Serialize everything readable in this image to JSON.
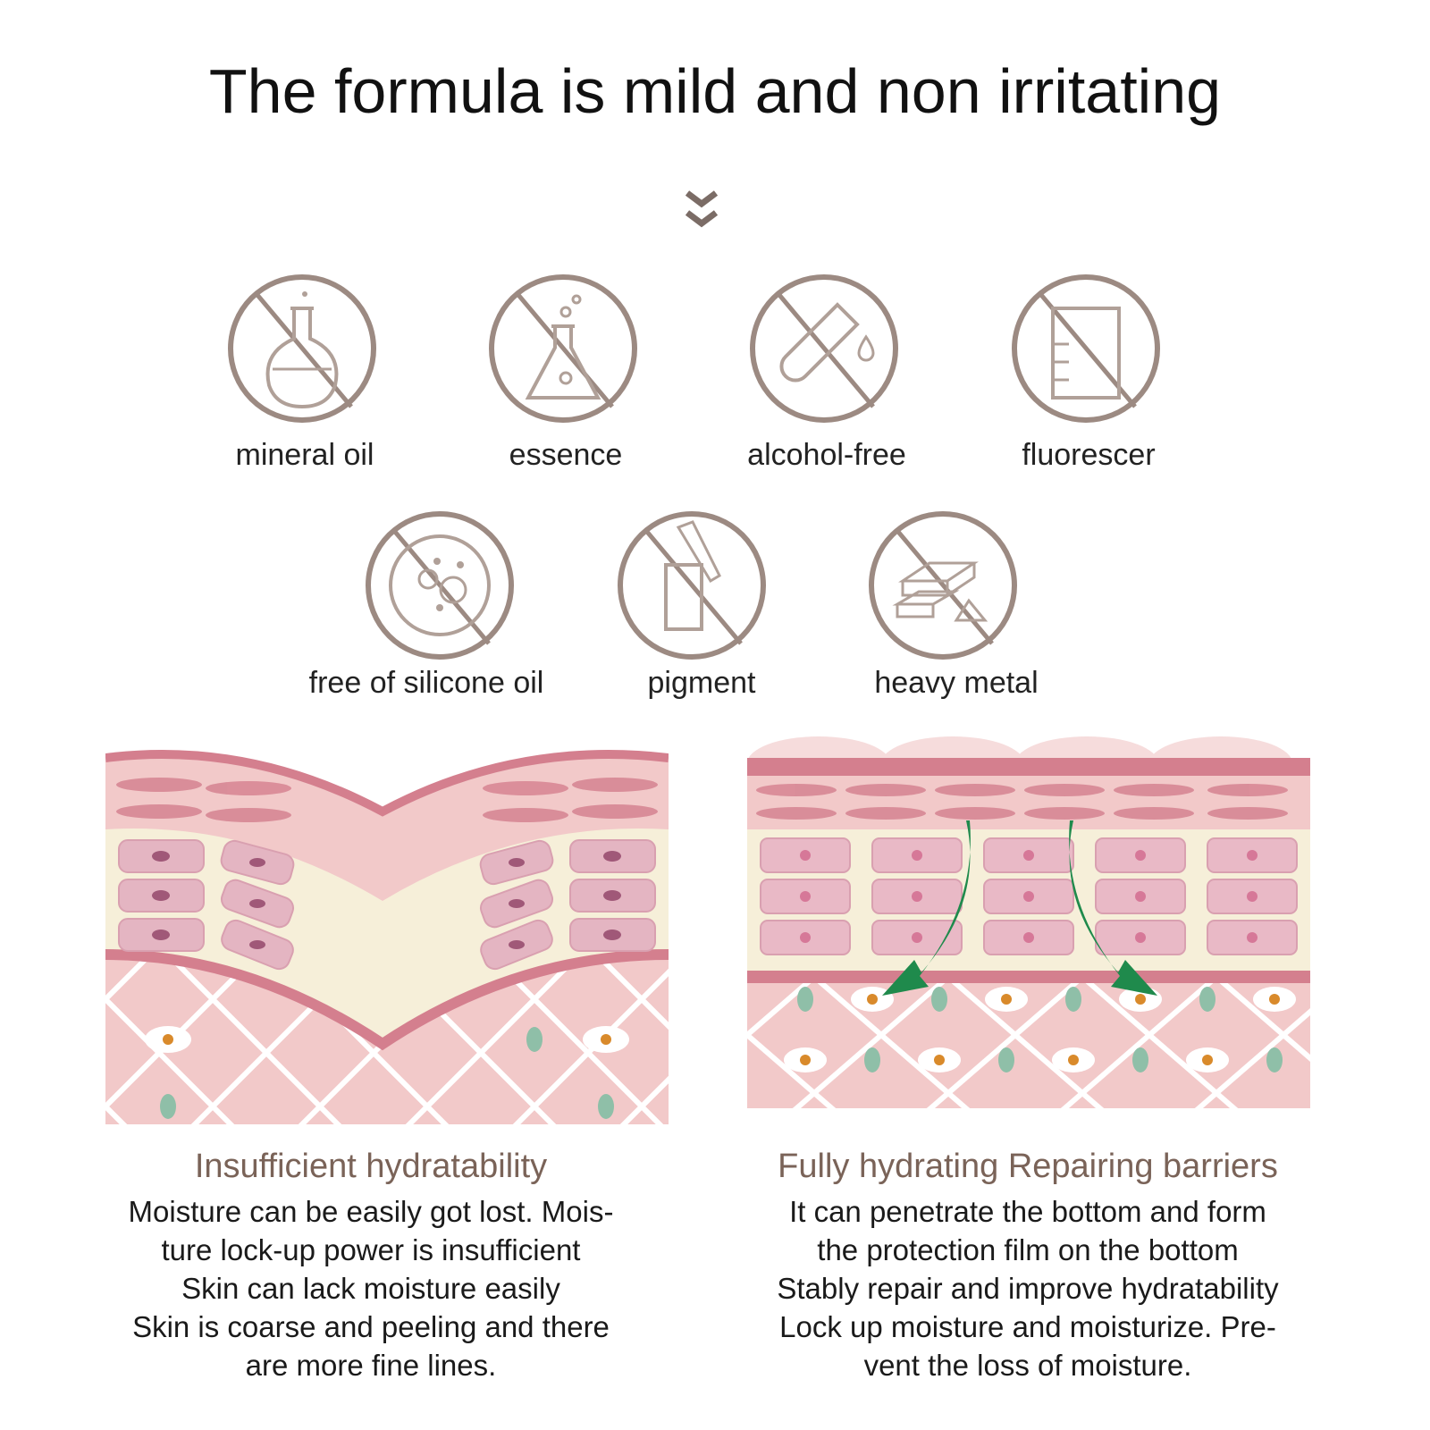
{
  "headline": "The formula is mild and non irritating",
  "icons": [
    {
      "label": "mineral oil",
      "icon": "flask-icon"
    },
    {
      "label": "essence",
      "icon": "beaker-icon"
    },
    {
      "label": "alcohol-free",
      "icon": "test-tube-icon"
    },
    {
      "label": "fluorescer",
      "icon": "measuring-cup-icon"
    },
    {
      "label": "free of silicone oil",
      "icon": "petri-dish-icon"
    },
    {
      "label": "pigment",
      "icon": "dropper-bottle-icon"
    },
    {
      "label": "heavy metal",
      "icon": "metal-bars-icon"
    }
  ],
  "left_panel": {
    "title": "Insufficient hydratability",
    "lines": [
      "Moisture can be easily got lost. Mois-",
      "ture lock-up power is insufficient",
      "Skin can lack moisture easily",
      "Skin is coarse and peeling and there",
      "are more fine lines."
    ]
  },
  "right_panel": {
    "title": "Fully hydrating Repairing barriers",
    "lines": [
      "It can penetrate the bottom and form",
      "the protection film on the bottom",
      "Stably repair and improve hydratability",
      "Lock up moisture and moisturize. Pre-",
      "vent the loss of moisture."
    ]
  },
  "colors": {
    "icon_stroke": "#9c8a82",
    "skin_pink": "#f2c9c9",
    "skin_dark": "#d47f8e",
    "cell_cream": "#f6efd9",
    "arrow_green": "#1f8a4c",
    "title_brown": "#7a6358"
  }
}
